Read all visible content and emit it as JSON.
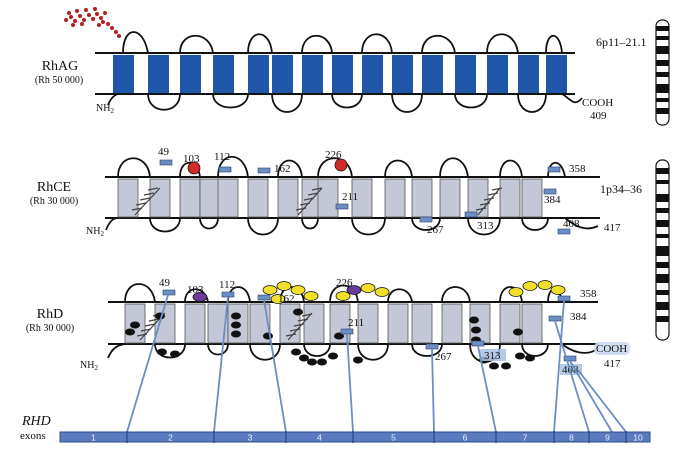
{
  "proteins": {
    "rhag": {
      "name": "RhAG",
      "mass": "(Rh 50 000)",
      "locus": "6p11–21.1",
      "n_term": "NH2",
      "c_term": "COOH",
      "c_term_pos": "409"
    },
    "rhce": {
      "name": "RhCE",
      "mass": "(Rh 30 000)",
      "locus": "1p34–36",
      "n_term": "NH2",
      "c_term_pos": "417",
      "residues": [
        "49",
        "103",
        "112",
        "162",
        "226",
        "211",
        "358",
        "384",
        "267",
        "313",
        "408"
      ]
    },
    "rhd": {
      "name": "RhD",
      "mass": "(Rh 30 000)",
      "n_term": "NH2",
      "c_term": "COOH",
      "c_term_pos": "417",
      "residues": [
        "49",
        "103",
        "112",
        "162",
        "226",
        "211",
        "358",
        "384",
        "267",
        "313",
        "408"
      ]
    }
  },
  "gene": {
    "name": "RHD",
    "exons_label": "exons",
    "exons": [
      "1",
      "2",
      "3",
      "4",
      "5",
      "6",
      "7",
      "8",
      "9",
      "10"
    ]
  },
  "colors": {
    "rhag_tm": "#1f56a8",
    "rh_tm": "#c4c7d6",
    "glycan": "#b02020",
    "polymorphic_red": "#d42a2a",
    "polymorphic_purple": "#6b3a9a",
    "rhd_yellow": "#f3df2a",
    "residue_marker": "#6c8ec4",
    "exon_bar": "#5a7bbf"
  }
}
